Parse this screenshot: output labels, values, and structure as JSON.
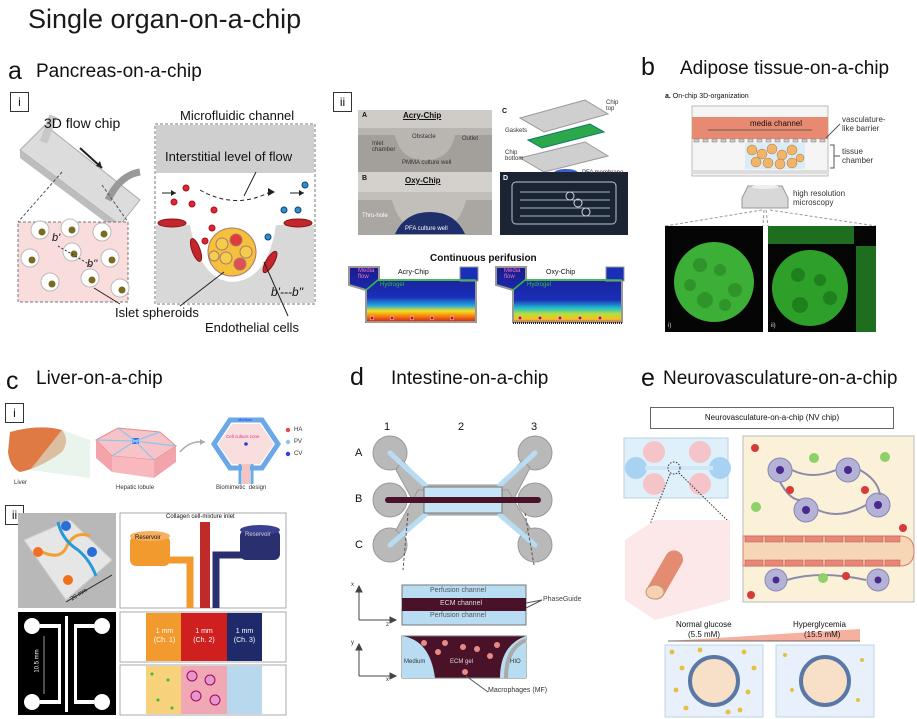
{
  "title": "Single organ-on-a-chip",
  "panels": {
    "a": {
      "letter": "a",
      "title": "Pancreas-on-a-chip",
      "i": {
        "label": "i",
        "flow_chip_label": "3D flow chip",
        "channel_title": "Microfluidic channel",
        "interstitial": "Interstitial level of flow",
        "b1": "b'",
        "b2": "b''",
        "section": "b'---b''",
        "islet": "Islet spheroids",
        "endothelial": "Endothelial cells"
      },
      "ii": {
        "label": "ii",
        "A": "A",
        "acry_title": "Acry-Chip",
        "obstacle": "Obstacle",
        "inlet": "Inlet chamber",
        "outlet": "Outlet",
        "pmma": "PMMA culture well",
        "B": "B",
        "oxy_title": "Oxy-Chip",
        "thru_hole": "Thru-hole",
        "pfa_well": "PFA culture well",
        "C": "C",
        "chip_top": "Chip top",
        "gaskets": "Gaskets",
        "chip_bottom": "Chip bottom",
        "pfa_membrane": "PFA membrane",
        "D": "D",
        "perifusion_title": "Continuous perifusion",
        "media_flow": "Media flow",
        "hydrogel": "Hydrogel",
        "sim_acry": "Acry-Chip",
        "sim_oxy": "Oxy-Chip"
      }
    },
    "b": {
      "letter": "b",
      "title": "Adipose tissue-on-a-chip",
      "heading_prefix": "a.",
      "heading": "On-chip 3D-organization",
      "media_channel": "media channel",
      "vasculature": "vasculature-",
      "vasculature2": "like barrier",
      "tissue": "tissue",
      "tissue2": "chamber",
      "microscopy": "high resolution",
      "microscopy2": "microscopy",
      "img1": "i)",
      "img2": "ii)"
    },
    "c": {
      "letter": "c",
      "title": "Liver-on-a-chip",
      "i": {
        "label": "i",
        "liver": "Liver",
        "lobule": "Hepatic lobule",
        "biomimetic": "Biomimetic  design",
        "medium": "Medium",
        "zone": "Cell culture zone",
        "legend": [
          {
            "label": "HA",
            "color": "#e8454f"
          },
          {
            "label": "PV",
            "color": "#8cc6ee"
          },
          {
            "label": "CV",
            "color": "#2a3fe0"
          }
        ]
      },
      "ii": {
        "label": "ii",
        "dim_20": "20 mm",
        "dim_105": "10.5 mm",
        "inlet": "Collagen cell-mixture inlet",
        "reservoir_left": "Reservoir",
        "reservoir_right": "Reservoir",
        "channels": [
          {
            "w": "1 mm",
            "name": "(Ch. 1)",
            "color": "#f29a2e"
          },
          {
            "w": "1 mm",
            "name": "(Ch. 2)",
            "color": "#cf1f1f"
          },
          {
            "w": "1 mm",
            "name": "(Ch. 3)",
            "color": "#1f2a6b"
          }
        ]
      }
    },
    "d": {
      "letter": "d",
      "title": "Intestine-on-a-chip",
      "cols": [
        "1",
        "2",
        "3"
      ],
      "rows": [
        "A",
        "B",
        "C"
      ],
      "perfusion_top": "Perfusion channel",
      "ecm_channel": "ECM channel",
      "perfusion_bottom": "Perfusion channel",
      "phaseguide": "PhaseGuide",
      "axis_x": "x",
      "axis_z": "z",
      "axis_y": "y",
      "axis_x2": "x",
      "medium": "Medium",
      "ecm_gel": "ECM gel",
      "hio": "HIO",
      "macrophages": "Macrophages (MF)"
    },
    "e": {
      "letter": "e",
      "title": "Neurovasculature-on-a-chip",
      "box_title": "Neurovasculature-on-a-chip (NV chip)",
      "normal": "Normal glucose",
      "normal_conc": "(5.5 mM)",
      "hyper": "Hyperglycemia",
      "hyper_conc": "(15.5 mM)"
    }
  }
}
